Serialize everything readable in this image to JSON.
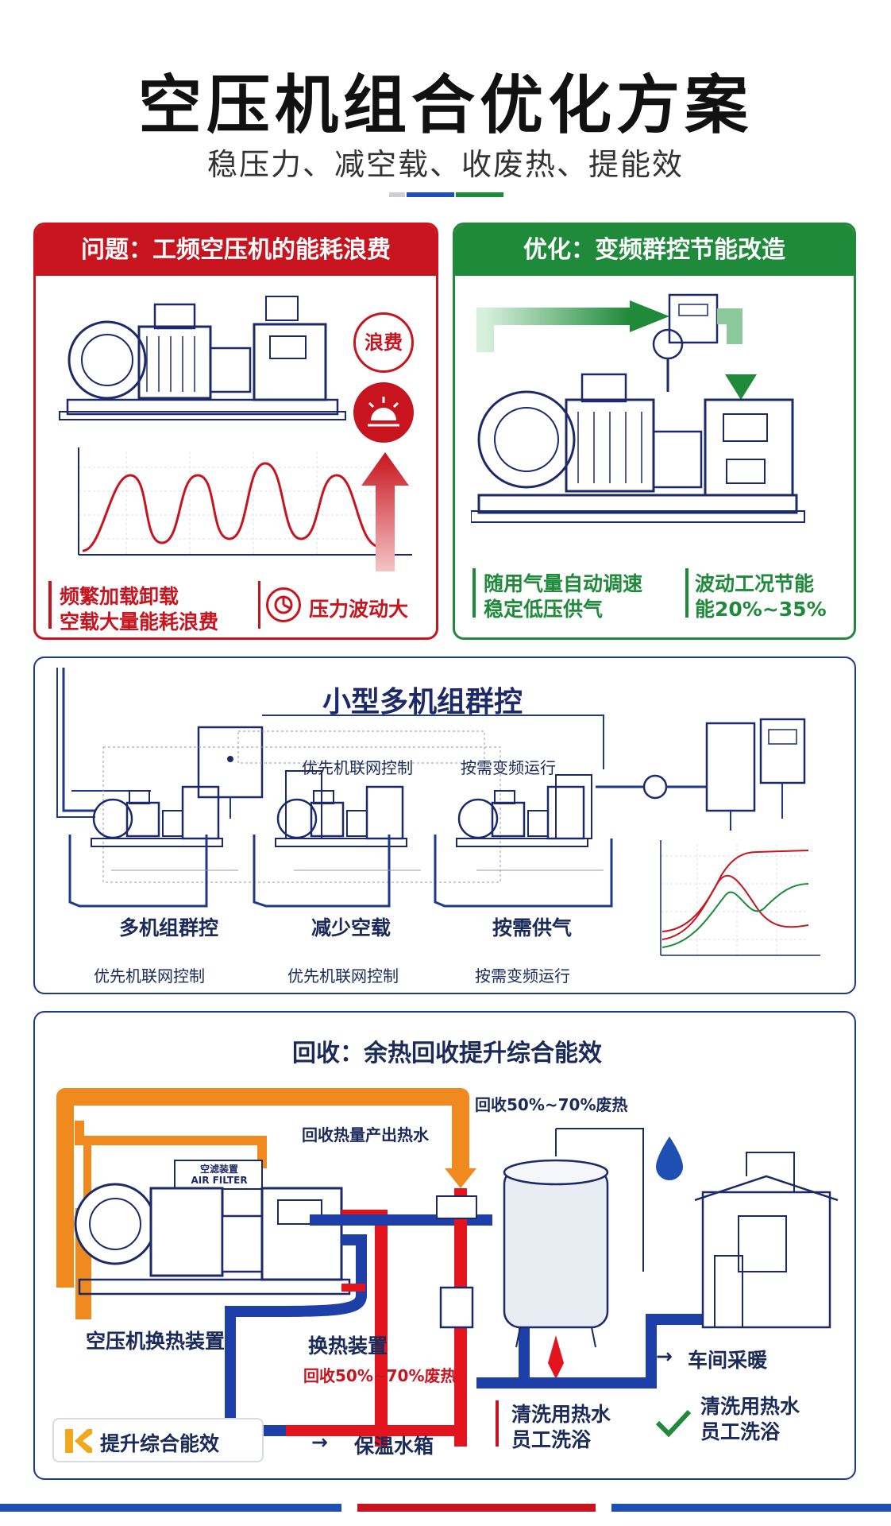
{
  "header": {
    "title": "空压机组合优化方案",
    "subtitle": "稳压力、减空载、收废热、提能效"
  },
  "colors": {
    "red": "#c8141e",
    "green": "#1f8a3a",
    "navy": "#1d3a8a",
    "orange": "#f08a1e",
    "blue": "#1e50b4"
  },
  "problem": {
    "heading": "问题：工频空压机的能耗浪费",
    "badge_waste": "浪费",
    "icon": "hot-sun-icon",
    "point_1": "频繁加载卸载",
    "point_2": "空载大量能耗浪费",
    "pressure_label": "压力波动大"
  },
  "optimize": {
    "heading": "优化：变频群控节能改造",
    "point_1": "随用气量自动调速",
    "point_2": "稳定低压供气",
    "point_3": "波动工况节能",
    "point_4": "能20%~35%"
  },
  "group": {
    "heading": "小型多机组群控",
    "top_label_1": "优先机联网控制",
    "top_label_2": "按需变频运行",
    "unit_1": "多机组群控",
    "unit_2": "减少空载",
    "unit_3": "按需供气",
    "bottom_1": "优先机联网控制",
    "bottom_2": "优先机联网控制",
    "bottom_3": "按需变频运行"
  },
  "recovery": {
    "heading": "回收：余热回收提升综合能效",
    "recover_top": "回收50%~70%废热",
    "hot_water_out": "回收热量产出热水",
    "filter_cn": "空滤装置",
    "filter_en": "AIR FILTER",
    "compressor_label": "空压机换热装置",
    "exchanger_label": "换热装置",
    "recover_mid": "回收50%~70%废热",
    "heating": "车间采暖",
    "use_1_a": "清洗用热水",
    "use_1_b": "员工洗浴",
    "use_2_a": "清洗用热水",
    "use_2_b": "员工洗浴",
    "tank_label": "保温水箱",
    "badge": "提升综合能效",
    "arrow": "→"
  }
}
